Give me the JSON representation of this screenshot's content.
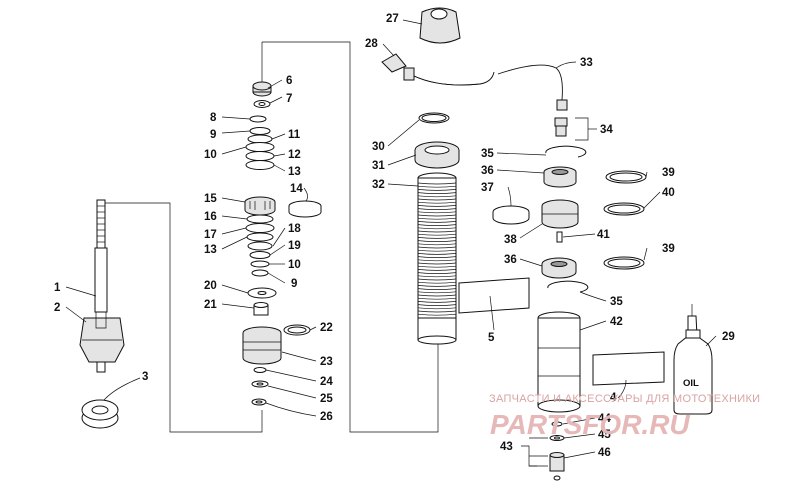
{
  "diagram": {
    "callouts": [
      "1",
      "2",
      "3",
      "4",
      "5",
      "6",
      "7",
      "8",
      "9",
      "10",
      "11",
      "12",
      "13",
      "14",
      "15",
      "16",
      "17",
      "18",
      "19",
      "20",
      "21",
      "22",
      "23",
      "24",
      "25",
      "26",
      "27",
      "28",
      "29",
      "30",
      "31",
      "32",
      "33",
      "34",
      "35",
      "36",
      "37",
      "38",
      "39",
      "40",
      "41",
      "42",
      "43",
      "44",
      "45",
      "46"
    ],
    "oil_label": "OIL",
    "watermark": {
      "line1": "ЗАПЧАСТИ И АКСЕССУАРЫ ДЛЯ МОТОТЕХНИКИ",
      "line2": "PARTSFOR.RU"
    }
  }
}
